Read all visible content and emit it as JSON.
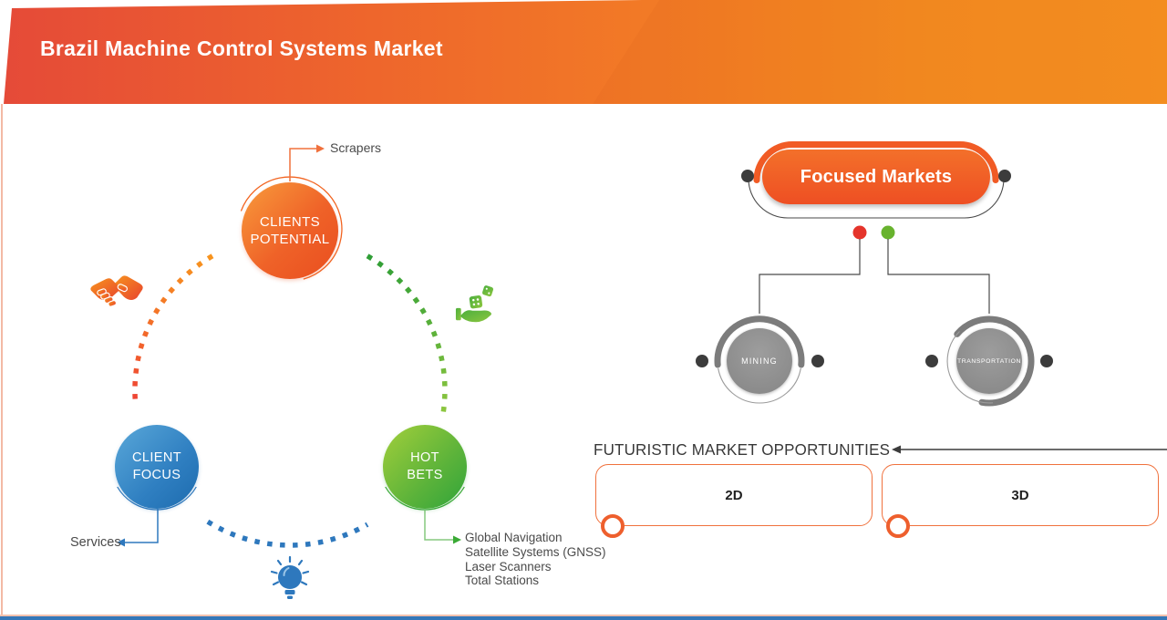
{
  "header": {
    "title": "Brazil Machine Control Systems Market"
  },
  "left_diagram": {
    "clients_potential": {
      "label": "CLIENTS\nPOTENTIAL",
      "callout": "Scrapers"
    },
    "client_focus": {
      "label": "CLIENT\nFOCUS",
      "callout": "Services"
    },
    "hot_bets": {
      "label": "HOT\nBETS",
      "callout_lines": [
        "Global Navigation",
        "Satellite Systems (GNSS)",
        "Laser Scanners",
        "Total Stations"
      ]
    }
  },
  "right_diagram": {
    "focused_markets_label": "Focused Markets",
    "markets": [
      {
        "label": "MINING"
      },
      {
        "label": "TRANSPORTATION"
      }
    ],
    "opportunities_title": "FUTURISTIC MARKET OPPORTUNITIES",
    "opportunity_boxes": [
      {
        "label": "2D"
      },
      {
        "label": "3D"
      }
    ]
  },
  "colors": {
    "header_gradient_start": "#e54a38",
    "header_gradient_end": "#f89420",
    "accent_orange": "#f15b25",
    "accent_blue": "#2e78bd",
    "accent_green": "#3aaa35",
    "gray_circle": "#8d8d8d",
    "dark_dot": "#3c3c3c",
    "red_dot": "#e5342b",
    "green_dot": "#68b32e",
    "text_gray": "#4a4a4a",
    "bottom_bar_blue": "#3577b8"
  }
}
